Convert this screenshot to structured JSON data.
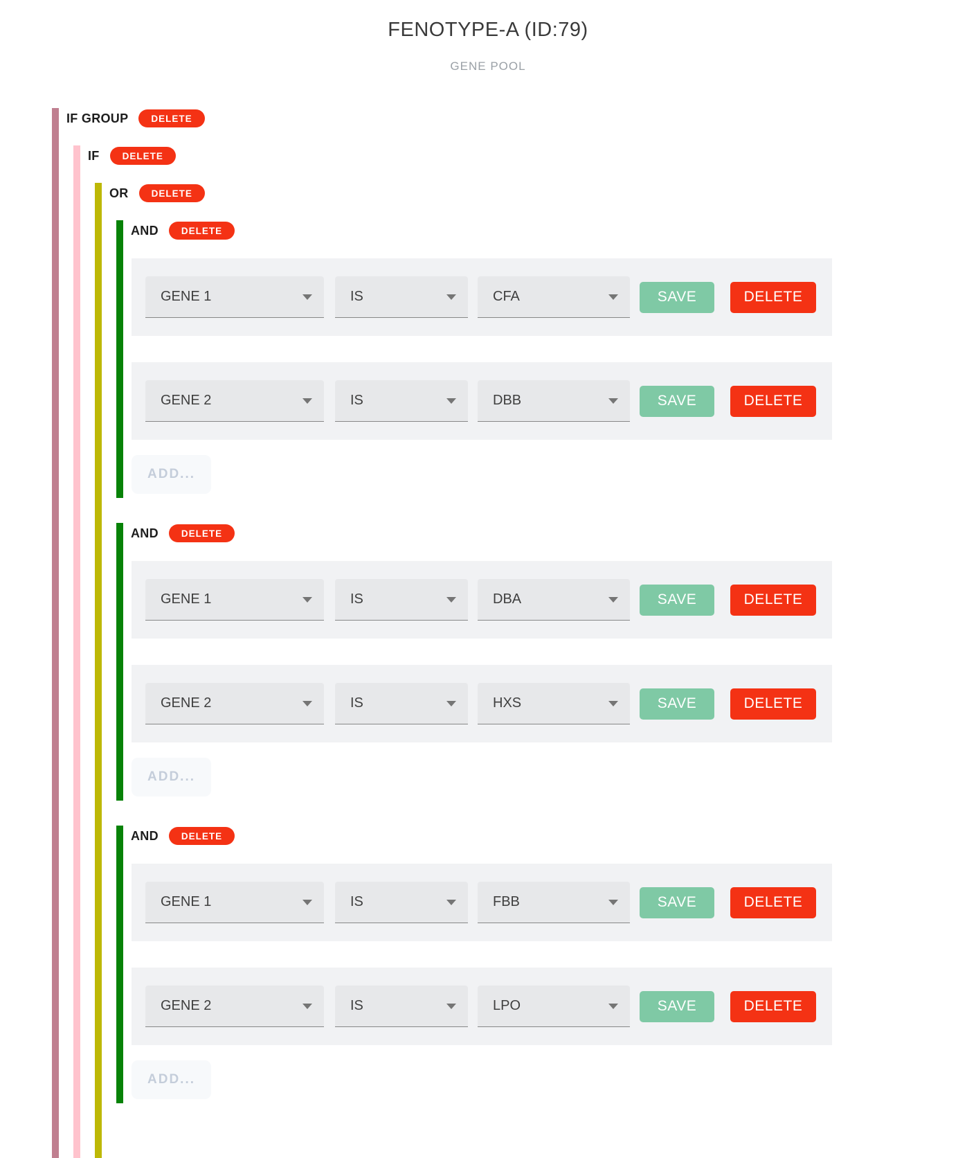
{
  "header": {
    "title": "FENOTYPE-A (ID:79)",
    "subtitle": "GENE POOL"
  },
  "actions": {
    "delete": "DELETE",
    "save": "SAVE",
    "add": "ADD..."
  },
  "colors": {
    "if_group_bar": "#c07f90",
    "if_bar": "#ffc3cd",
    "or_bar": "#bdb806",
    "and_bar": "#078207",
    "delete_red": "#f43214",
    "save_green": "#7fc9a5",
    "panel_gray": "#f1f2f4",
    "dropdown_gray": "#e7e8ea",
    "add_text": "#c4cdda"
  },
  "tree": {
    "if_group": {
      "label": "IF GROUP"
    },
    "if": {
      "label": "IF"
    },
    "or": {
      "label": "OR"
    },
    "and_groups": [
      {
        "label": "AND",
        "rows": [
          {
            "gene": "GENE 1",
            "op": "IS",
            "value": "CFA"
          },
          {
            "gene": "GENE 2",
            "op": "IS",
            "value": "DBB"
          }
        ]
      },
      {
        "label": "AND",
        "rows": [
          {
            "gene": "GENE 1",
            "op": "IS",
            "value": "DBA"
          },
          {
            "gene": "GENE 2",
            "op": "IS",
            "value": "HXS"
          }
        ]
      },
      {
        "label": "AND",
        "rows": [
          {
            "gene": "GENE 1",
            "op": "IS",
            "value": "FBB"
          },
          {
            "gene": "GENE 2",
            "op": "IS",
            "value": "LPO"
          }
        ]
      }
    ]
  }
}
